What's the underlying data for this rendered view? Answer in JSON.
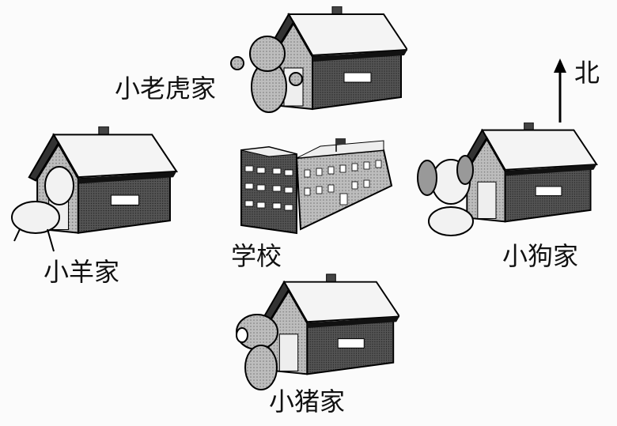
{
  "places": {
    "tiger": "小老虎家",
    "sheep": "小羊家",
    "school": "学校",
    "dog": "小狗家",
    "pig": "小猪家"
  },
  "compass": {
    "north": "北"
  }
}
